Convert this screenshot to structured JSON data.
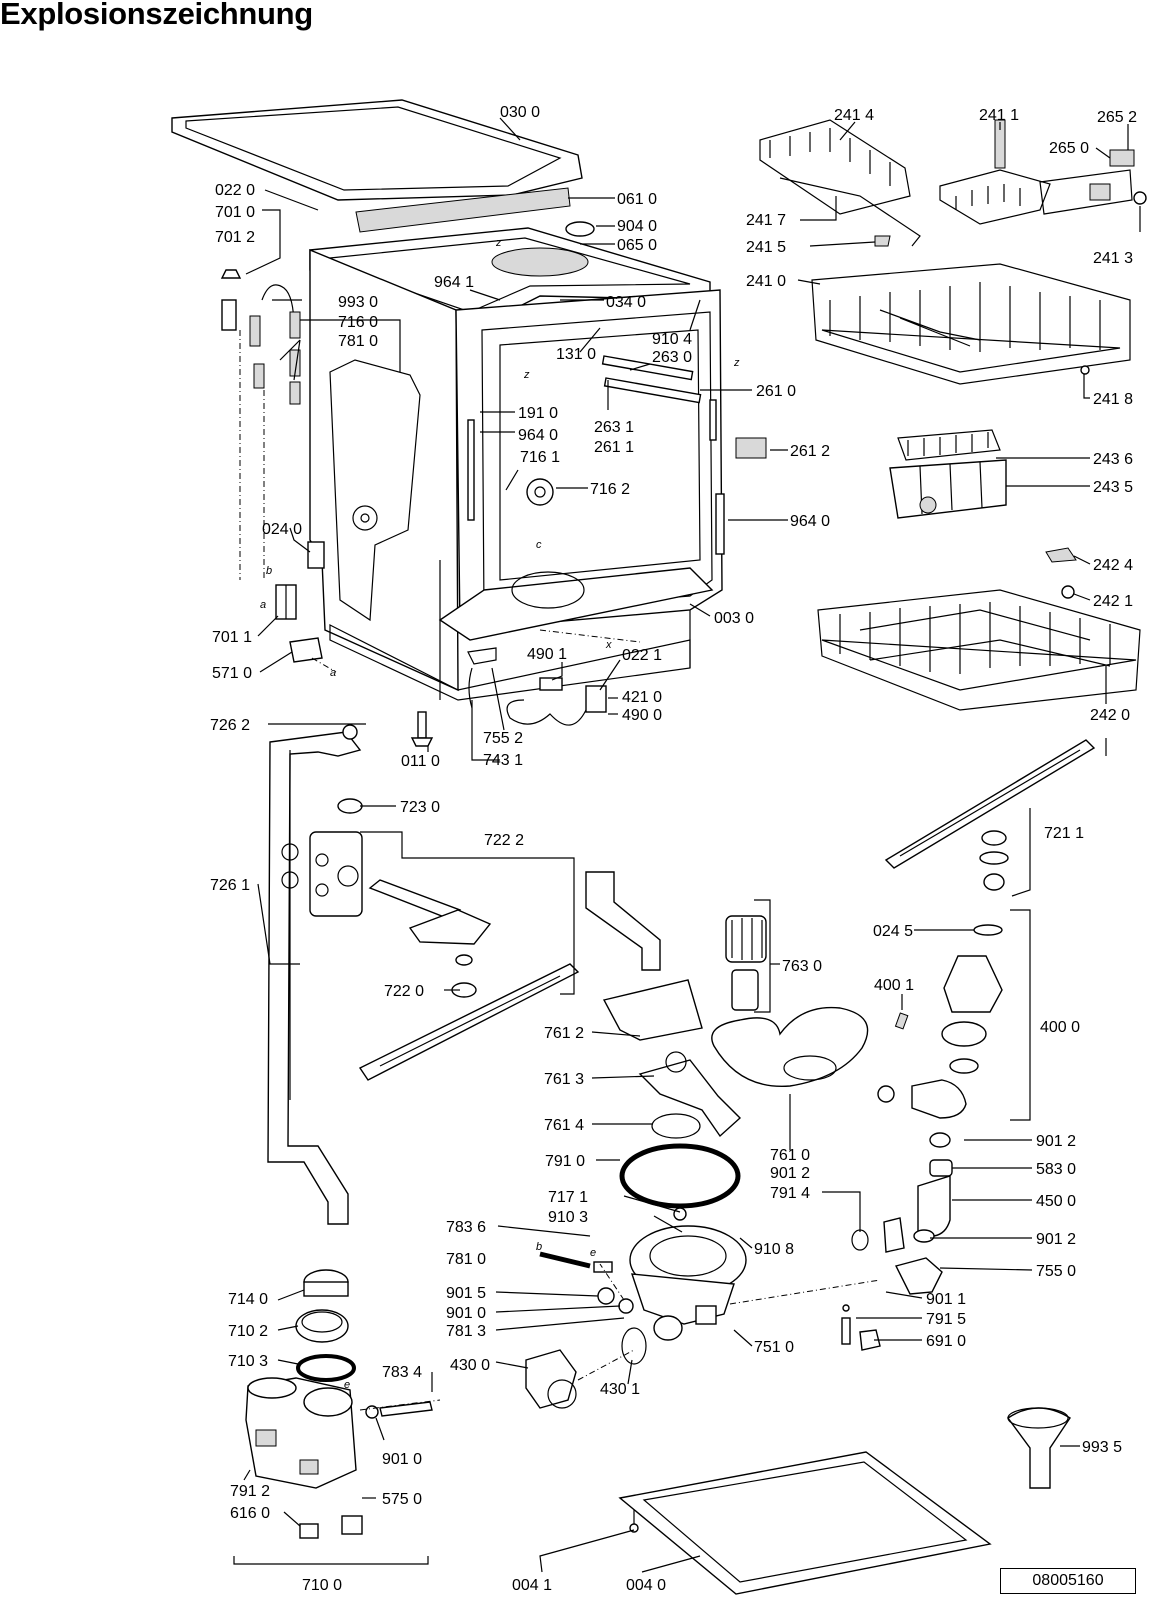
{
  "title": "Explosionszeichnung",
  "drawing_number": "08005160",
  "letter_markers": [
    "a",
    "b",
    "c",
    "e",
    "x",
    "z"
  ],
  "part_labels": {
    "p0300": "030 0",
    "p0220": "022 0",
    "p7010": "701 0",
    "p7012": "701 2",
    "p0610": "061 0",
    "p9040": "904 0",
    "p0650": "065 0",
    "p9641": "964 1",
    "p0340": "034 0",
    "p9930": "993 0",
    "p7160": "716 0",
    "p7810": "781 0",
    "p9104": "910 4",
    "p1310": "131 0",
    "p2630": "263 0",
    "p2610": "261 0",
    "p1910": "191 0",
    "p2631": "263 1",
    "p9640a": "964 0",
    "p2611": "261 1",
    "p2612": "261 2",
    "p7161": "716 1",
    "p7162": "716 2",
    "p9640b": "964 0",
    "p0240": "024 0",
    "p0030": "003 0",
    "p7011": "701 1",
    "p5710": "571 0",
    "p4901": "490 1",
    "p0221": "022 1",
    "p4210": "421 0",
    "p4900": "490 0",
    "p7552": "755 2",
    "p7431": "743 1",
    "p0110": "011 0",
    "p2414": "241 4",
    "p2411": "241 1",
    "p2652": "265 2",
    "p2650": "265 0",
    "p2417": "241 7",
    "p2415": "241 5",
    "p2413": "241 3",
    "p2410": "241 0",
    "p2418": "241 8",
    "p2436": "243 6",
    "p2435": "243 5",
    "p2424": "242 4",
    "p2421": "242 1",
    "p2420": "242 0",
    "p7262": "726 2",
    "p7230": "723 0",
    "p7222": "722 2",
    "p7261": "726 1",
    "p7220": "722 0",
    "p7211": "721 1",
    "p7630": "763 0",
    "p0245": "024 5",
    "p4001": "400 1",
    "p4000": "400 0",
    "p7612": "761 2",
    "p7613": "761 3",
    "p7614": "761 4",
    "p7610": "761 0",
    "p9012a": "901 2",
    "p9012b": "901 2",
    "p5830": "583 0",
    "p7910": "791 0",
    "p7914": "791 4",
    "p4500": "450 0",
    "p7171": "717 1",
    "p9103": "910 3",
    "p9108": "910 8",
    "p9012c": "901 2",
    "p7836": "783 6",
    "p7810b": "781 0",
    "p7550": "755 0",
    "p9015": "901 5",
    "p9011": "901 1",
    "p9010a": "901 0",
    "p7915": "791 5",
    "p7813": "781 3",
    "p7510": "751 0",
    "p6910": "691 0",
    "p7140": "714 0",
    "p7102": "710 2",
    "p7103": "710 3",
    "p7834": "783 4",
    "p4300": "430 0",
    "p4301": "430 1",
    "p9010b": "901 0",
    "p9935": "993 5",
    "p7912": "791 2",
    "p5750": "575 0",
    "p6160": "616 0",
    "p7100": "710 0",
    "p0041": "004 1",
    "p0040": "004 0"
  }
}
